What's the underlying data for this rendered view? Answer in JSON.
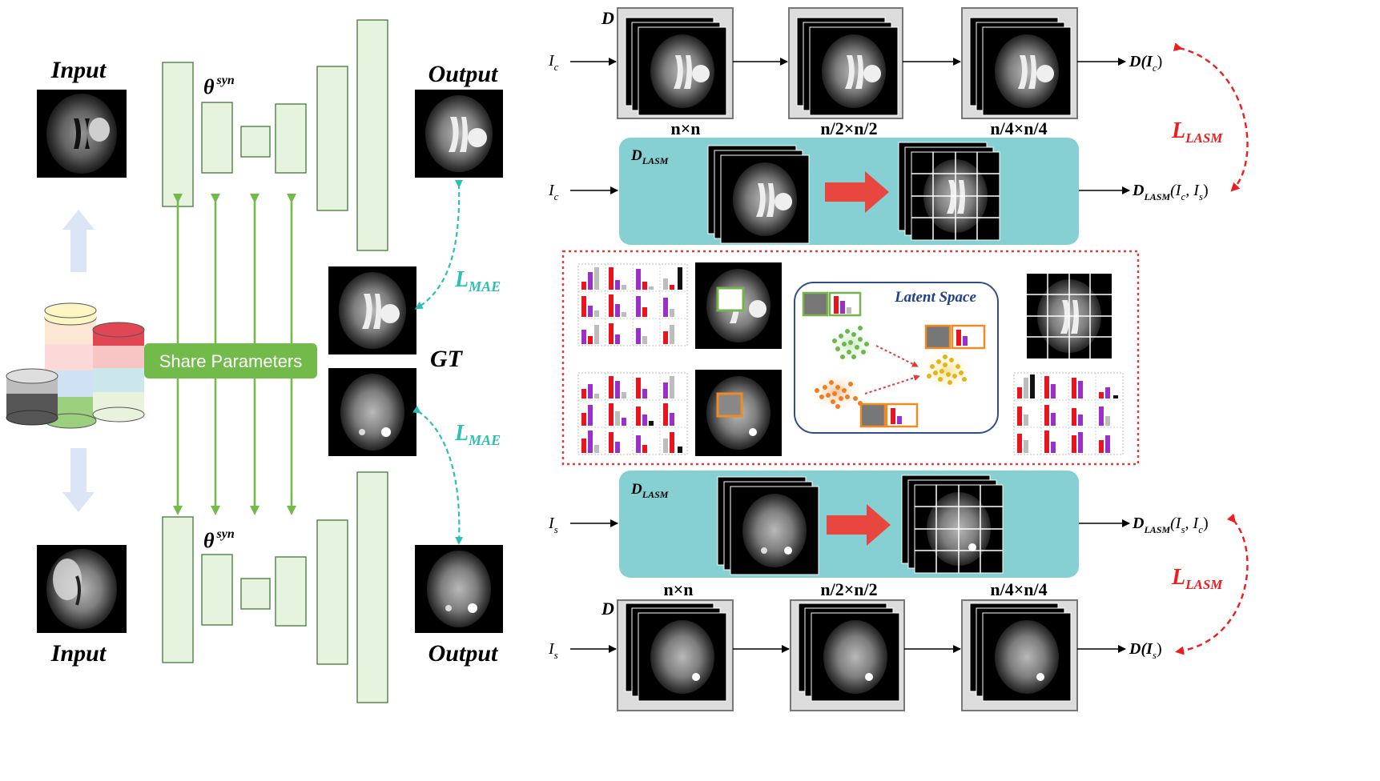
{
  "left": {
    "input_top": "Input",
    "input_bottom": "Input",
    "output_top": "Output",
    "output_bottom": "Output",
    "theta_top": "θ",
    "theta_bottom": "θ",
    "theta_sup": "syn",
    "share_parameters": "Share Parameters",
    "gt": "GT",
    "loss_mae_main": "L",
    "loss_mae_sub": "MAE"
  },
  "right": {
    "d_label": "D",
    "d_lasm_main": "D",
    "d_lasm_sub": "LASM",
    "ic_main": "I",
    "ic_sub": "c",
    "is_main": "I",
    "is_sub": "s",
    "size_1": "n×n",
    "size_2": "n/2×n/2",
    "size_3": "n/4×n/4",
    "out_d_ic": "D(I",
    "out_close": ")",
    "out_lasm_ic_is": "(I",
    "comma": ", I",
    "latent_space": "Latent Space",
    "loss_lasm_main": "L",
    "loss_lasm_sub": "LASM"
  },
  "colors": {
    "unet_block_fill": "#e6f4df",
    "unet_block_stroke": "#4f7f48",
    "share_green": "#72bb4b",
    "arrow_green": "#72bb4b",
    "teal_panel": "#86cfd3",
    "teal_loss": "#2bbfb6",
    "red_loss": "#ee1c1c",
    "red_arrow": "#e8473f",
    "latent_title": "#1f3f8f"
  }
}
